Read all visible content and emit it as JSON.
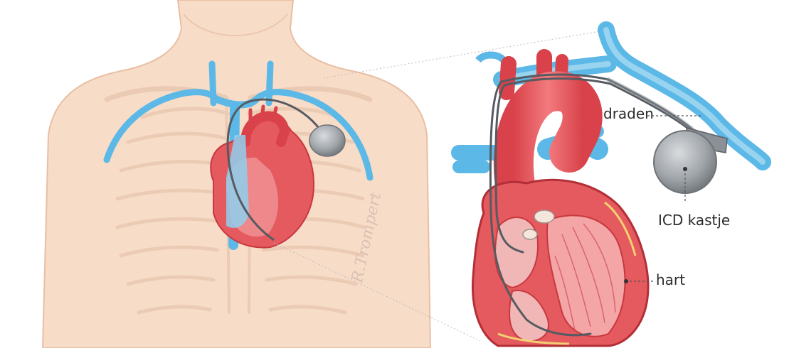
{
  "labels": {
    "draden": "draden",
    "icd_kastje": "ICD kastje",
    "hart": "hart"
  },
  "signature": "R.Trompert",
  "colors": {
    "skin": "#f7dcc8",
    "skin_outline": "#e9bfa3",
    "vein": "#5cb8e6",
    "vein_light": "#9fd5f0",
    "heart": "#e55a5f",
    "heart_dark": "#c8383f",
    "heart_inner": "#f4a6a6",
    "device": "#9ea3a8",
    "lead": "#555b61"
  },
  "icons": [
    "icd-device-icon",
    "heart-icon",
    "vein-icon",
    "torso-icon"
  ]
}
